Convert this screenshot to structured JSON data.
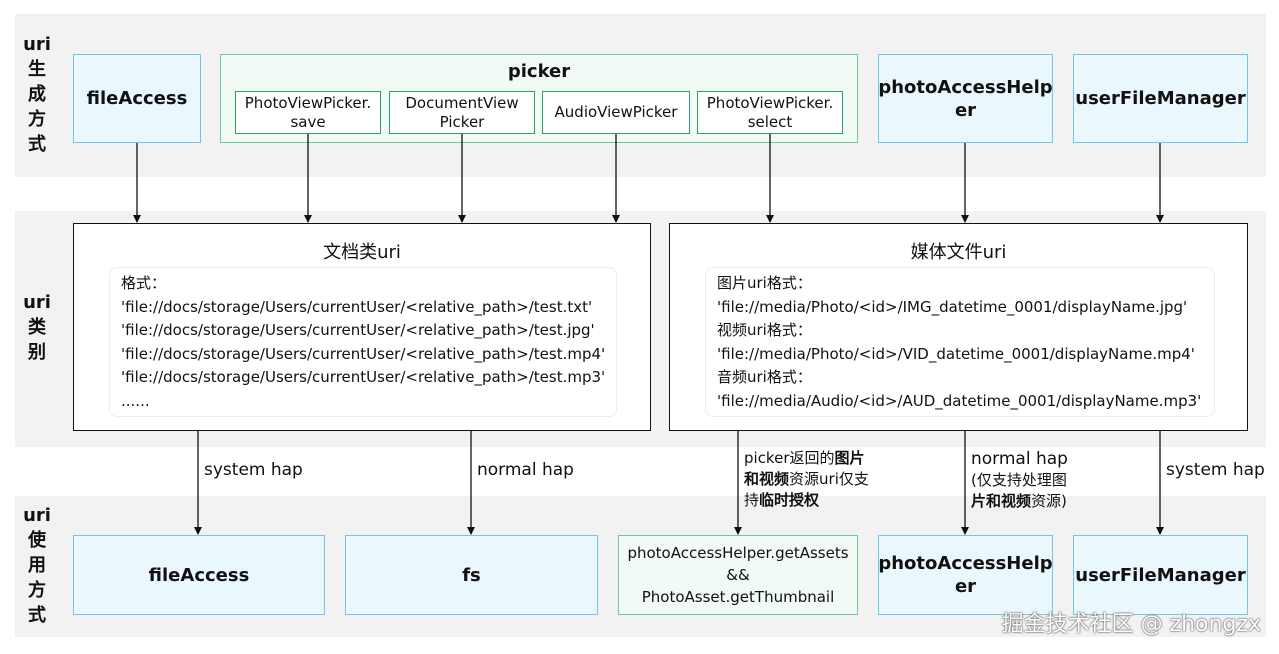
{
  "rows": {
    "generation": [
      "uri",
      "生",
      "成",
      "方",
      "式"
    ],
    "category": [
      "uri",
      "类",
      "别"
    ],
    "usage": [
      "uri",
      "使",
      "用",
      "方",
      "式"
    ]
  },
  "top": {
    "fileAccess": "fileAccess",
    "picker": {
      "title": "picker",
      "items": [
        [
          "PhotoViewPicker.",
          "save"
        ],
        [
          "DocumentView",
          "Picker"
        ],
        [
          "AudioViewPicker"
        ],
        [
          "PhotoViewPicker.",
          "select"
        ]
      ]
    },
    "photoAccessHelper": [
      "photoAccessHelp",
      "er"
    ],
    "userFileManager": "userFileManager"
  },
  "docUri": {
    "title": "文档类uri",
    "lines": [
      "格式：",
      "'file://docs/storage/Users/currentUser/<relative_path>/test.txt'",
      "'file://docs/storage/Users/currentUser/<relative_path>/test.jpg'",
      "'file://docs/storage/Users/currentUser/<relative_path>/test.mp4'",
      "'file://docs/storage/Users/currentUser/<relative_path>/test.mp3'",
      "......"
    ]
  },
  "mediaUri": {
    "title": "媒体文件uri",
    "lines": [
      "图片uri格式：",
      "'file://media/Photo/<id>/IMG_datetime_0001/displayName.jpg'",
      "视频uri格式：",
      "'file://media/Photo/<id>/VID_datetime_0001/displayName.mp4'",
      "音频uri格式：",
      "'file://media/Audio/<id>/AUD_datetime_0001/displayName.mp3'"
    ]
  },
  "edges": {
    "systemHap": "system hap",
    "normalHap": "normal hap",
    "pickerNote": {
      "l1a": "picker返回的",
      "l1b": "图片",
      "l2a": "和视频",
      "l2b": "资源uri仅支",
      "l3a": "持",
      "l3b": "临时授权"
    },
    "normalHapNote": {
      "l1": "normal hap",
      "l2": "(仅支持处理图",
      "l3a": "片和视频",
      "l3b": "资源)"
    },
    "systemHap2": "system hap"
  },
  "bottom": {
    "fileAccess": "fileAccess",
    "fs": "fs",
    "getAssets": [
      "photoAccessHelper.getAssets",
      "&&",
      "PhotoAsset.getThumbnail"
    ],
    "photoAccessHelper": [
      "photoAccessHelp",
      "er"
    ],
    "userFileManager": "userFileManager"
  },
  "watermark": "掘金技术社区 @ zhongzx",
  "colors": {
    "blueFill": "#eaf7fc",
    "blueBorder": "#74c6e6",
    "greenFill": "#f1faf4",
    "greenBorder": "#2f9c63",
    "band": "#f2f2f2"
  }
}
